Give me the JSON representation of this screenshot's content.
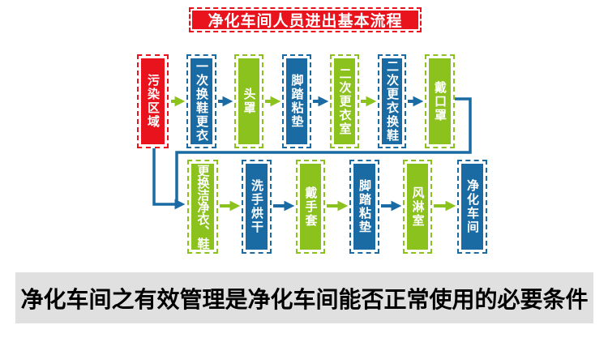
{
  "title": "净化车间人员进出基本流程",
  "footer": "净化车间之有效管理是净化车间能否正常使用的必要条件",
  "colors": {
    "red": "#e8131d",
    "green": "#8cc21e",
    "blue": "#1a6ba3",
    "banner_bg": "#e0e0e0",
    "box_text": "#ffffff",
    "footer_text": "#000000"
  },
  "flow": {
    "top_row": [
      {
        "label": "污染区域",
        "color": "red"
      },
      {
        "label": "一次换鞋更衣",
        "color": "blue"
      },
      {
        "label": "头罩",
        "color": "green"
      },
      {
        "label": "脚踏粘垫",
        "color": "blue"
      },
      {
        "label": "二次更衣室",
        "color": "green"
      },
      {
        "label": "二次更衣换鞋",
        "color": "blue"
      },
      {
        "label": "戴口罩",
        "color": "green"
      }
    ],
    "bottom_row": [
      {
        "label": "更换洁净衣、鞋",
        "color": "green"
      },
      {
        "label": "洗手烘干",
        "color": "blue"
      },
      {
        "label": "戴手套",
        "color": "green"
      },
      {
        "label": "脚踏粘垫",
        "color": "blue"
      },
      {
        "label": "风淋室",
        "color": "green"
      },
      {
        "label": "净化车间",
        "color": "blue"
      }
    ]
  }
}
